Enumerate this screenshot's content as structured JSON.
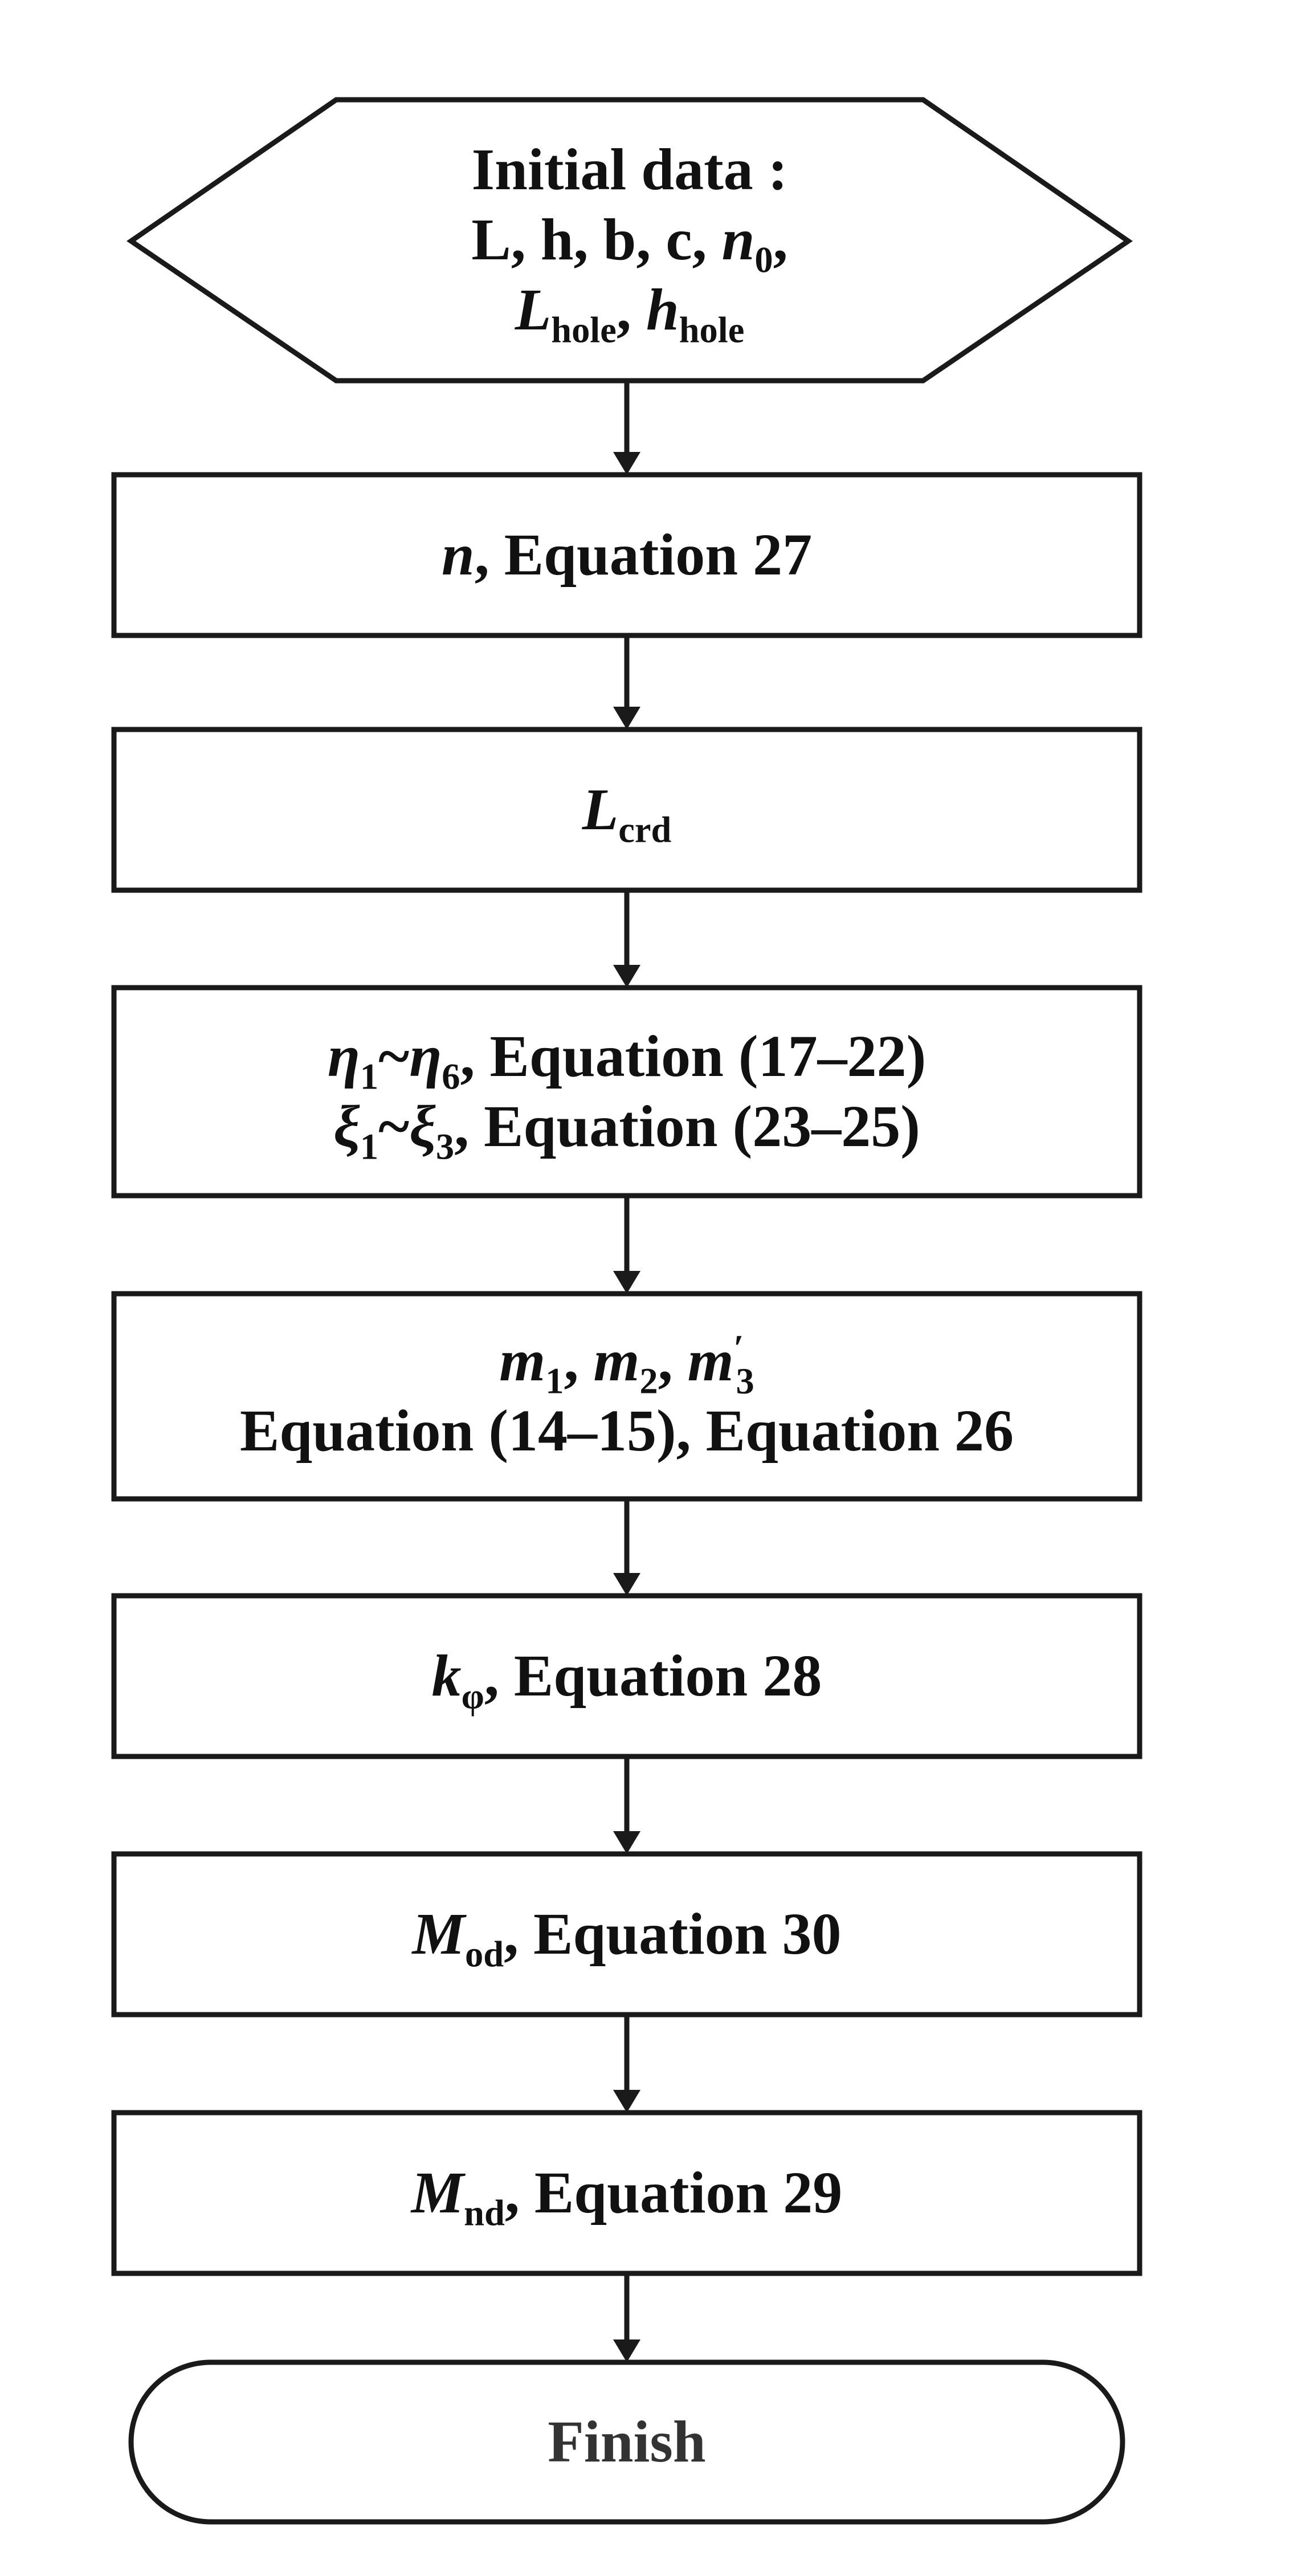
{
  "flowchart": {
    "start": {
      "title": "Initial data :",
      "params": "L, h, b, c,",
      "n_sym": "n",
      "n_sub": "0",
      "trailing_comma": ",",
      "lhole_sym": "L",
      "lhole_sub": "hole",
      "sep": ",",
      "hhole_sym": "h",
      "hhole_sub": "hole"
    },
    "steps": [
      {
        "sym": "n",
        "text": ", Equation 27"
      },
      {
        "sym": "L",
        "sub": "crd"
      },
      {
        "line1": {
          "a": "η",
          "a_sub": "1",
          "tilde": "~",
          "b": "η",
          "b_sub": "6",
          "text": ", Equation (17–22)"
        },
        "line2": {
          "a": "ξ",
          "a_sub": "1",
          "tilde": "~",
          "b": "ξ",
          "b_sub": "3",
          "text": ", Equation (23–25)"
        }
      },
      {
        "line1": {
          "m": "m",
          "m1_sub": "1",
          "sep1": ", ",
          "m2_sub": "2",
          "sep2": ", ",
          "m3_sup": "′",
          "m3_sub": "3"
        },
        "line2": "Equation (14–15), Equation 26"
      },
      {
        "sym": "k",
        "sub": "φ",
        "text": ", Equation 28"
      },
      {
        "sym": "M",
        "sub": "od",
        "text": ", Equation 30"
      },
      {
        "sym": "M",
        "sub": "nd",
        "text": ", Equation 29"
      }
    ],
    "end": {
      "label": "Finish"
    }
  }
}
